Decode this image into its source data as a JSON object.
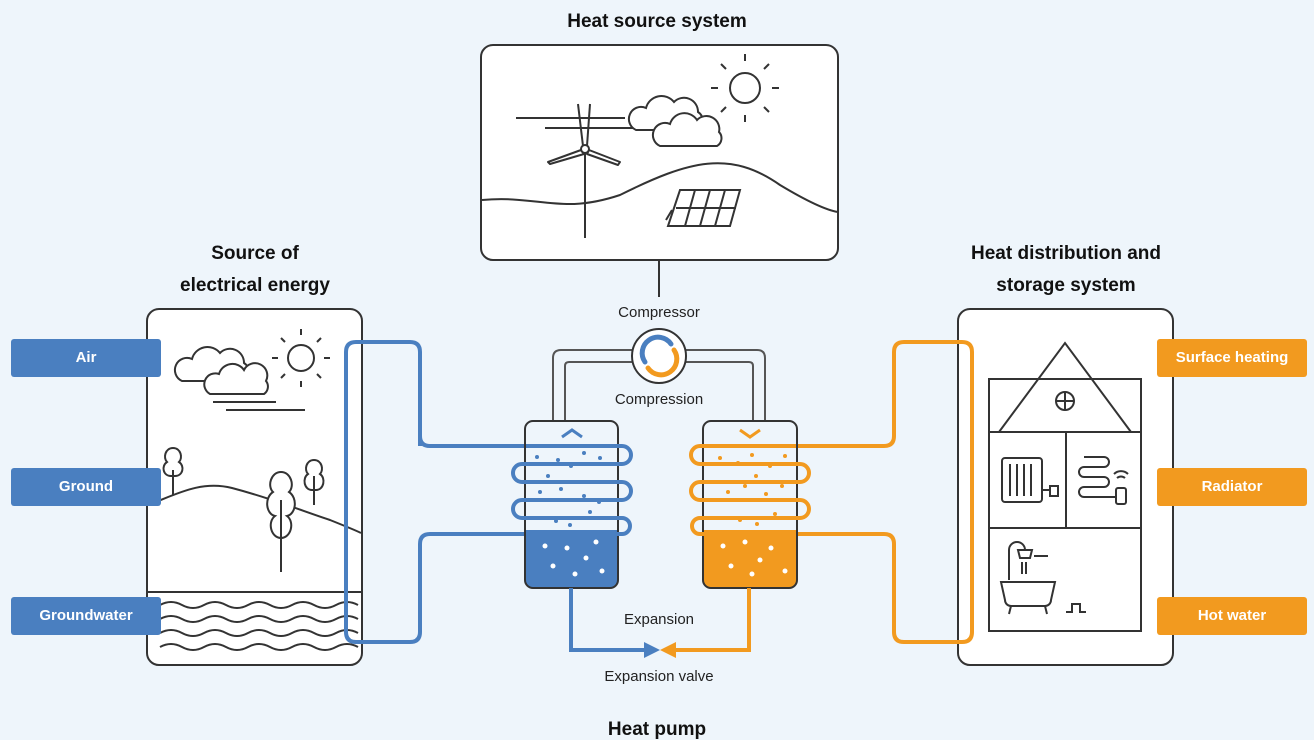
{
  "titles": {
    "heat_source_system": "Heat source system",
    "source_line1": "Source of",
    "source_line2": "electrical energy",
    "dist_line1": "Heat distribution and",
    "dist_line2": "storage system",
    "heat_pump": "Heat pump"
  },
  "labels": {
    "compressor": "Compressor",
    "compression": "Compression",
    "expansion": "Expansion",
    "expansion_valve": "Expansion valve"
  },
  "sources": [
    "Air",
    "Ground",
    "Groundwater"
  ],
  "outputs": [
    "Surface heating",
    "Radiator",
    "Hot water"
  ],
  "colors": {
    "background": "#eef5fb",
    "blue": "#4a7fc0",
    "orange": "#f29a1f",
    "line": "#333333",
    "panel": "#ffffff"
  },
  "icons": [
    "wind-turbine-icon",
    "sun-icon",
    "cloud-icon",
    "solar-panel-icon",
    "tree-icon",
    "water-waves-icon",
    "house-icon",
    "radiator-icon",
    "floor-heating-icon",
    "shower-bathtub-icon"
  ]
}
